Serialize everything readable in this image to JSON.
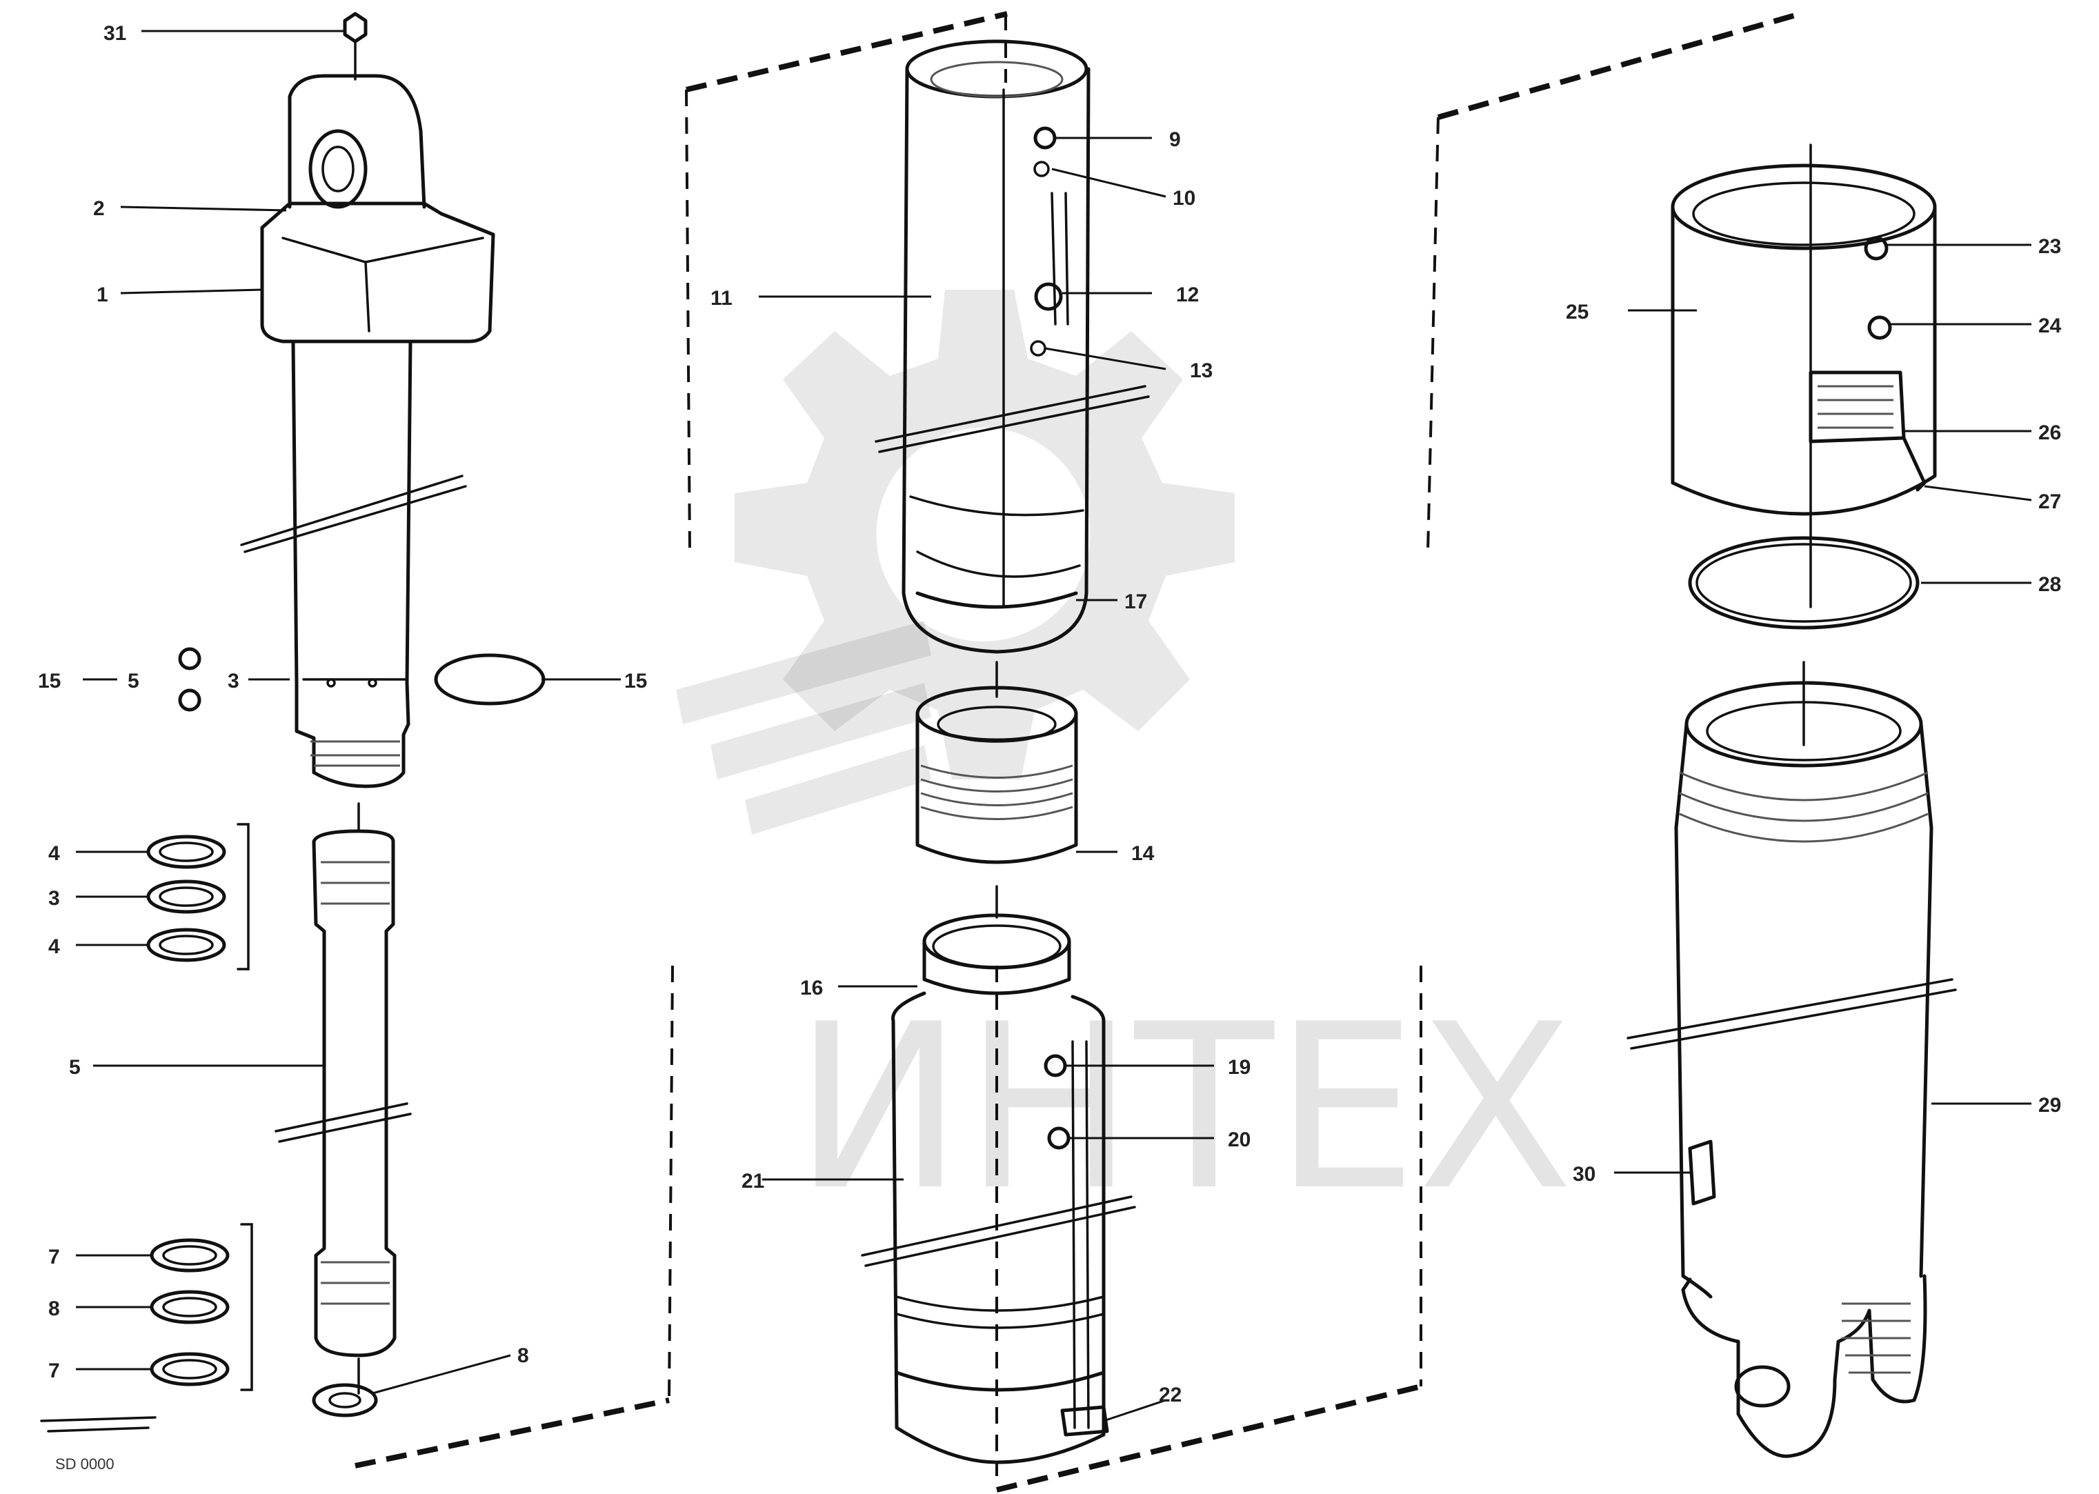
{
  "watermark": {
    "text": "ИНТЕХ"
  },
  "footer": {
    "code": "SD 0000"
  },
  "labels": [
    {
      "id": "l31a",
      "text": "31"
    },
    {
      "id": "l2",
      "text": "2"
    },
    {
      "id": "l1",
      "text": "1"
    },
    {
      "id": "l15a",
      "text": "15"
    },
    {
      "id": "l5a",
      "text": "5"
    },
    {
      "id": "l3a",
      "text": "3"
    },
    {
      "id": "l15b",
      "text": "15"
    },
    {
      "id": "l4a",
      "text": "4"
    },
    {
      "id": "l3b",
      "text": "3"
    },
    {
      "id": "l4b",
      "text": "4"
    },
    {
      "id": "l5b",
      "text": "5"
    },
    {
      "id": "l7a",
      "text": "7"
    },
    {
      "id": "l8a",
      "text": "8"
    },
    {
      "id": "l7b",
      "text": "7"
    },
    {
      "id": "l8b",
      "text": "8"
    },
    {
      "id": "l9",
      "text": "9"
    },
    {
      "id": "l10",
      "text": "10"
    },
    {
      "id": "l11",
      "text": "11"
    },
    {
      "id": "l12",
      "text": "12"
    },
    {
      "id": "l13",
      "text": "13"
    },
    {
      "id": "l17",
      "text": "17"
    },
    {
      "id": "l14",
      "text": "14"
    },
    {
      "id": "l16",
      "text": "16"
    },
    {
      "id": "l19",
      "text": "19"
    },
    {
      "id": "l20",
      "text": "20"
    },
    {
      "id": "l21",
      "text": "21"
    },
    {
      "id": "l22",
      "text": "22"
    },
    {
      "id": "l23",
      "text": "23"
    },
    {
      "id": "l25",
      "text": "25"
    },
    {
      "id": "l24",
      "text": "24"
    },
    {
      "id": "l26",
      "text": "26"
    },
    {
      "id": "l27",
      "text": "27"
    },
    {
      "id": "l28",
      "text": "28"
    },
    {
      "id": "l29",
      "text": "29"
    },
    {
      "id": "l30",
      "text": "30"
    }
  ]
}
